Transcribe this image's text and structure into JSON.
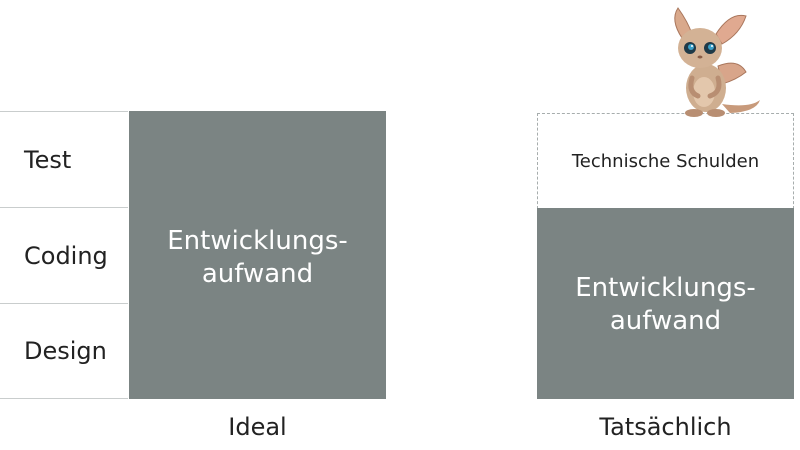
{
  "ideal": {
    "phases": [
      "Test",
      "Coding",
      "Design"
    ],
    "box_line1": "Entwicklungs-",
    "box_line2": "aufwand",
    "caption": "Ideal"
  },
  "actual": {
    "debt_label": "Technische Schulden",
    "box_line1": "Entwicklungs-",
    "box_line2": "aufwand",
    "caption": "Tatsächlich"
  },
  "colors": {
    "box_fill": "#7b8483",
    "divider": "#c9cdcd",
    "dashed_border": "#a7adad"
  },
  "illustration": "creature-mascot"
}
